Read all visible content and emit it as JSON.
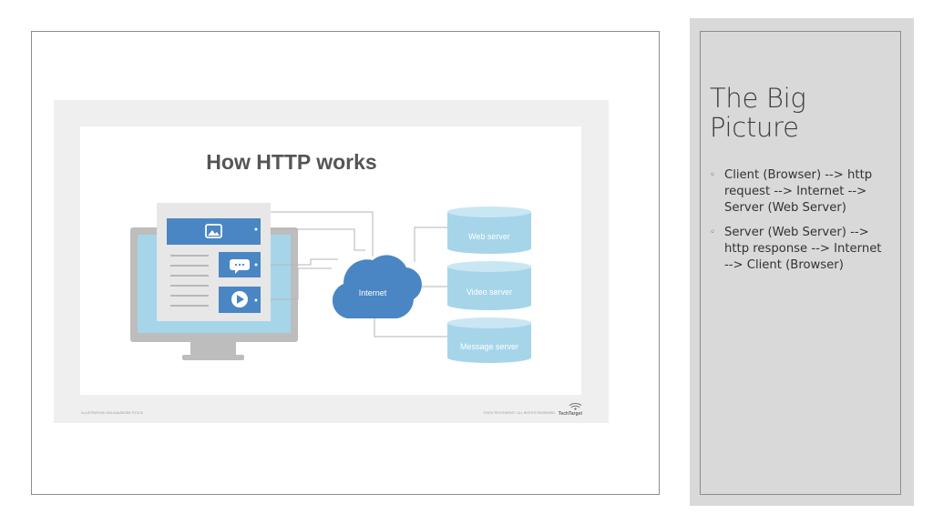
{
  "sidebar": {
    "title": "The Big Picture",
    "bullet_marker": "◦",
    "bullets": [
      "Client (Browser) --> http request --> Internet --> Server (Web Server)",
      "Server (Web Server) --> http response --> Internet --> Client (Browser)"
    ]
  },
  "figure": {
    "title": "How HTTP works",
    "cloud_label": "Internet",
    "servers": [
      "Web server",
      "Video server",
      "Message server"
    ],
    "footer_left": "ILLUSTRATION: MOLINA/ADOBE STOCK",
    "footer_right": "©2019 TECHTARGET. ALL RIGHTS RESERVED.",
    "logo_text": "TechTarget"
  },
  "colors": {
    "accent_blue": "#4a86c3",
    "server_blue": "#a6d5ea",
    "monitor_gray": "#bdbdbd",
    "sidebar_bg": "#d9d9d9"
  }
}
